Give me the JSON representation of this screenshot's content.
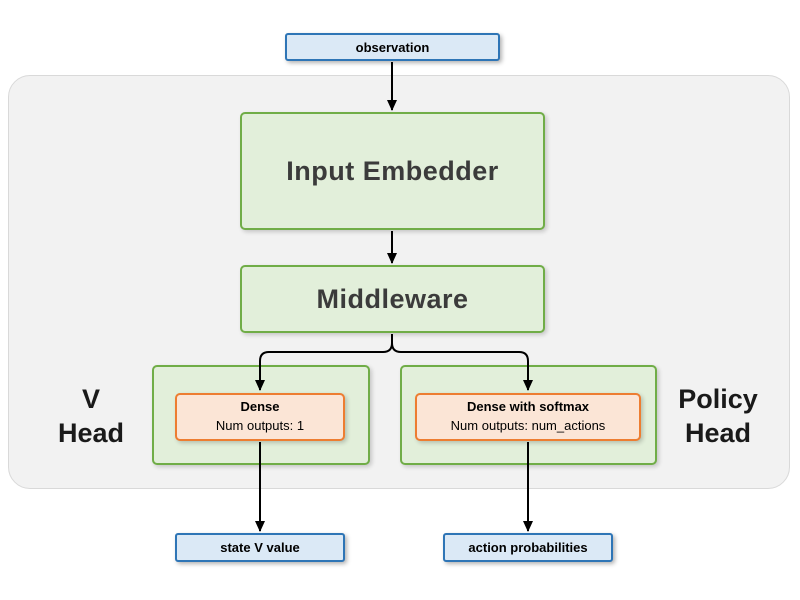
{
  "colors": {
    "blue_fill": "#dbe9f6",
    "blue_border": "#2e75b6",
    "green_fill": "#e2efda",
    "green_border": "#70ad47",
    "orange_fill": "#fbe5d6",
    "orange_border": "#ed7d31",
    "panel_fill": "#f2f2f2",
    "panel_border": "#d9d9d9",
    "arrow": "#000000"
  },
  "nodes": {
    "observation": "observation",
    "input_embedder": "Input Embedder",
    "middleware": "Middleware",
    "v_head": {
      "label_line1": "V",
      "label_line2": "Head",
      "dense_title": "Dense",
      "dense_subtitle": "Num outputs: 1",
      "output": "state V value"
    },
    "policy_head": {
      "label_line1": "Policy",
      "label_line2": "Head",
      "dense_title": "Dense with softmax",
      "dense_subtitle": "Num outputs: num_actions",
      "output": "action probabilities"
    }
  }
}
